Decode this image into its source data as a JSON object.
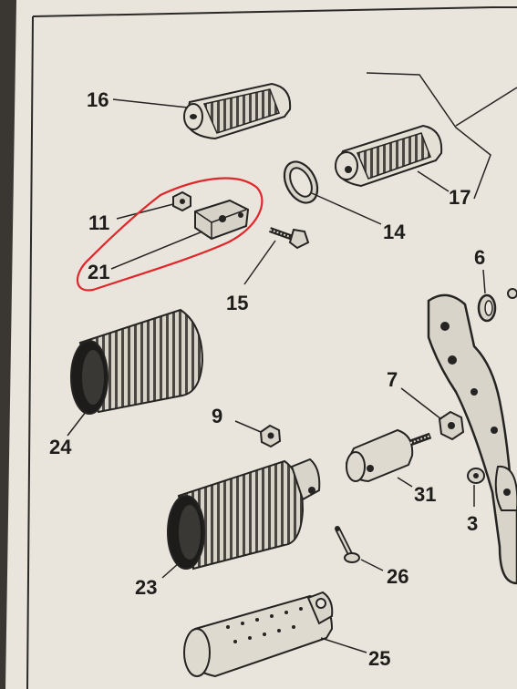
{
  "colors": {
    "paper": "#e9e5dc",
    "ink": "#262422",
    "highlight": "#e0262a",
    "background": "#3a3631"
  },
  "labels": [
    {
      "id": "16",
      "text": "16"
    },
    {
      "id": "17",
      "text": "17"
    },
    {
      "id": "11",
      "text": "11"
    },
    {
      "id": "14",
      "text": "14"
    },
    {
      "id": "21",
      "text": "21"
    },
    {
      "id": "15",
      "text": "15"
    },
    {
      "id": "6",
      "text": "6"
    },
    {
      "id": "24",
      "text": "24"
    },
    {
      "id": "9",
      "text": "9"
    },
    {
      "id": "7",
      "text": "7"
    },
    {
      "id": "31",
      "text": "31"
    },
    {
      "id": "3",
      "text": "3"
    },
    {
      "id": "23",
      "text": "23"
    },
    {
      "id": "26",
      "text": "26"
    },
    {
      "id": "25",
      "text": "25"
    }
  ],
  "highlighted_part": "21"
}
